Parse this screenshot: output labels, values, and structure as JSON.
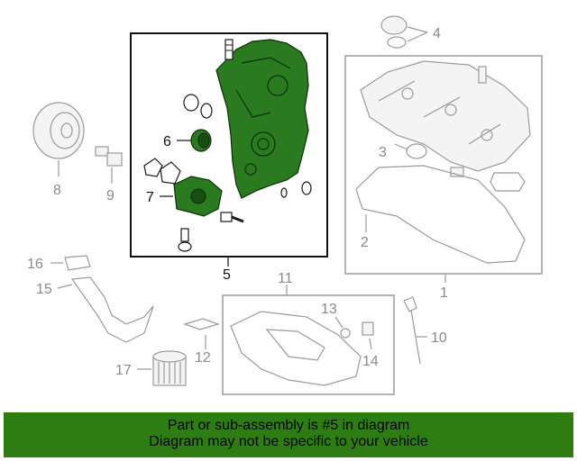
{
  "callouts": {
    "c1": "1",
    "c2": "2",
    "c3": "3",
    "c4": "4",
    "c5": "5",
    "c6": "6",
    "c7": "7",
    "c8": "8",
    "c9": "9",
    "c10": "10",
    "c11": "11",
    "c12": "12",
    "c13": "13",
    "c14": "14",
    "c15": "15",
    "c16": "16",
    "c17": "17"
  },
  "highlighted_part": "5",
  "colors": {
    "highlight": "#2a7a1f",
    "banner": "#2e7d13",
    "dim": "#9a9a9a"
  },
  "banner": {
    "line1": "Part or sub-assembly is #5 in diagram",
    "line2": "Diagram may not be specific to your vehicle"
  }
}
